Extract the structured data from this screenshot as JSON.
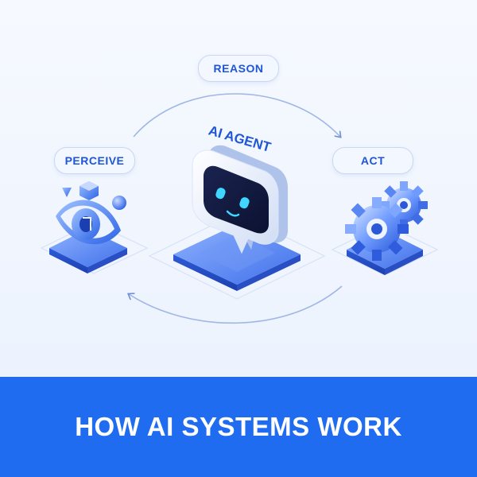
{
  "diagram": {
    "center_label": "AI AGENT",
    "steps": {
      "reason": "REASON",
      "perceive": "PERCEIVE",
      "act": "ACT"
    }
  },
  "banner": {
    "title": "HOW AI SYSTEMS WORK"
  },
  "colors": {
    "accent": "#1f6cf0",
    "label_text": "#1f56d6",
    "pill_border": "#c9d8f2",
    "robot_eyes": "#3fd6ff"
  },
  "icons": {
    "perceive": "eye-icon",
    "agent": "robot-icon",
    "act": "gears-icon"
  }
}
